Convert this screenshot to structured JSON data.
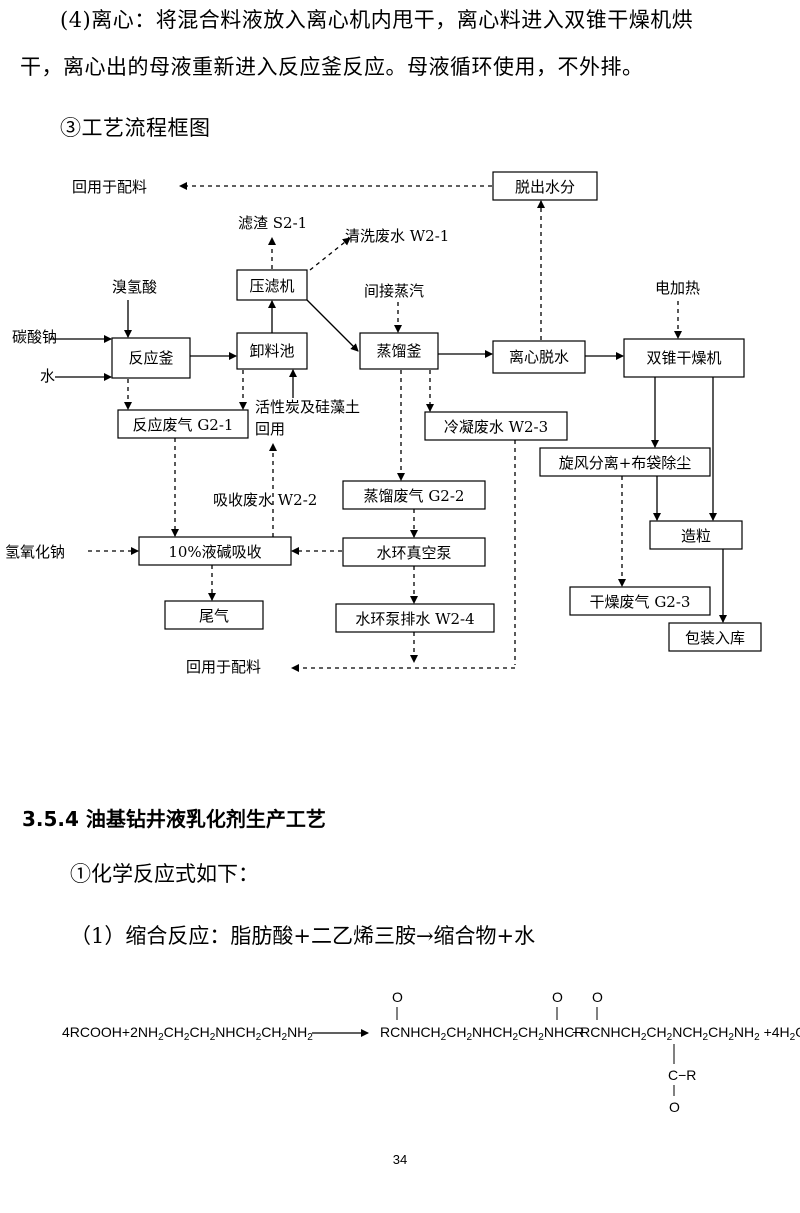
{
  "paragraph": {
    "line1": "(4)离心：将混合料液放入离心机内甩干，离心料进入双锥干燥机烘",
    "line2": "干，离心出的母液重新进入反应釜反应。母液循环使用，不外排。"
  },
  "flow_title": "③工艺流程框图",
  "flowchart": {
    "boxes": {
      "dehydrate": "脱出水分",
      "filter_press": "压滤机",
      "reactor": "反应釜",
      "discharge_tank": "卸料池",
      "distill_kettle": "蒸馏釜",
      "centrifuge": "离心脱水",
      "dryer": "双锥干燥机",
      "reactor_gas": "反应废气 G2-1",
      "condense_water": "冷凝废水 W2-3",
      "distill_gas": "蒸馏废气 G2-2",
      "cyclone": "旋风分离+布袋除尘",
      "alkali_absorb": "10%液碱吸收",
      "vacuum_pump": "水环真空泵",
      "granulate": "造粒",
      "tail_gas": "尾气",
      "pump_drain": "水环泵排水 W2-4",
      "dry_gas": "干燥废气 G2-3",
      "package": "包装入库"
    },
    "labels": {
      "reuse_top": "回用于配料",
      "filter_residue": "滤渣 S2-1",
      "wash_water": "清洗废水 W2-1",
      "hbr": "溴氢酸",
      "indirect_steam": "间接蒸汽",
      "electric_heat": "电加热",
      "sodium_carbonate": "碳酸钠",
      "water": "水",
      "carbon_reuse_1": "活性炭及硅藻土",
      "carbon_reuse_2": "回用",
      "absorb_water": "吸收废水 W2-2",
      "naoh": "氢氧化钠",
      "reuse_bottom": "回用于配料"
    }
  },
  "section": {
    "heading": "3.5.4 油基钻井液乳化剂生产工艺",
    "formula_intro": "①化学反应式如下：",
    "reaction_title": "（1）缩合反应：脂肪酸+二乙烯三胺→缩合物+水"
  },
  "equation": {
    "oxygen": "O",
    "reactants": [
      "4RCOOH+2NH",
      "2",
      "CH",
      "2",
      "CH",
      "2",
      "NHCH",
      "2",
      "CH",
      "2",
      "NH",
      "2"
    ],
    "product1": [
      "RCNHCH",
      "2",
      "CH",
      "2",
      "NHCH",
      "2",
      "CH",
      "2",
      "NHCR"
    ],
    "product2": [
      "+RCNHCH",
      "2",
      "CH",
      "2",
      "NCH",
      "2",
      "CH",
      "2",
      "NH",
      "2",
      " +4H",
      "2",
      "O"
    ],
    "branch": "C−R"
  },
  "page_number": "34"
}
